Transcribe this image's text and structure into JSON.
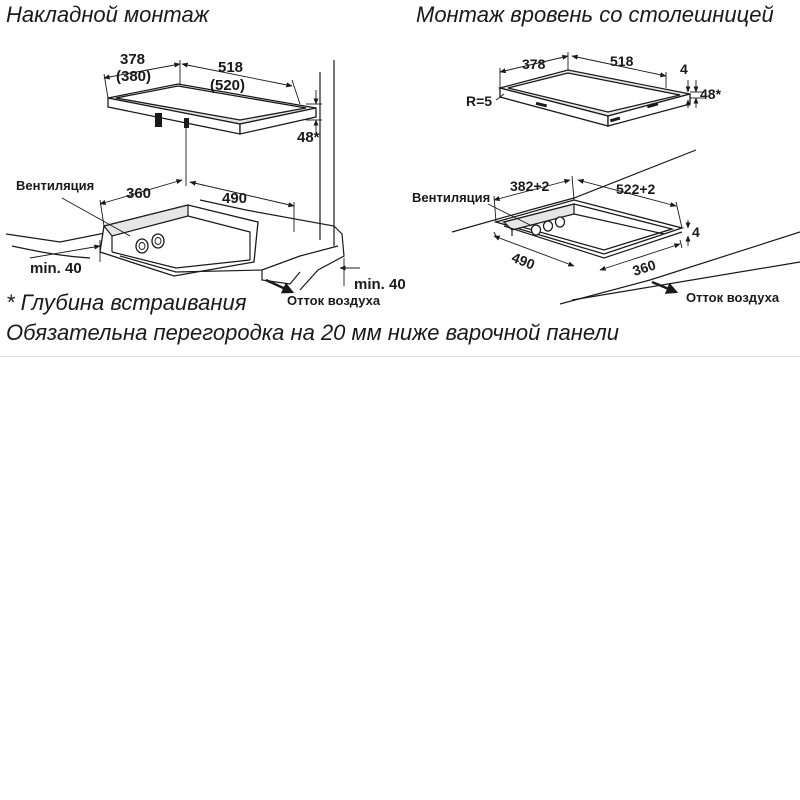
{
  "titles": {
    "surface": "Накладной монтаж",
    "flush": "Монтаж вровень со столешницей"
  },
  "surface_mount": {
    "dim_378": "378",
    "dim_380": "(380)",
    "dim_518": "518",
    "dim_520": "(520)",
    "dim_48": "48*",
    "dim_360": "360",
    "dim_490": "490",
    "min_left": "min. 40",
    "min_right": "min. 40",
    "ventilation": "Вентиляция",
    "air_out": "Отток воздуха"
  },
  "flush_mount": {
    "dim_378": "378",
    "dim_518": "518",
    "dim_4_top": "4",
    "dim_48": "48*",
    "radius": "R=5",
    "ventilation": "Вентиляция",
    "dim_382": "382+2",
    "dim_522": "522+2",
    "dim_4_bottom": "4",
    "dim_490": "490",
    "dim_360": "360",
    "air_out": "Отток воздуха"
  },
  "notes": {
    "depth": "* Глубина встраивания",
    "partition": "Обязательна перегородка на 20 мм ниже варочной панели"
  },
  "colors": {
    "line": "#1a1a1a",
    "panel_fill": "#e6e6e6",
    "background": "#ffffff"
  }
}
